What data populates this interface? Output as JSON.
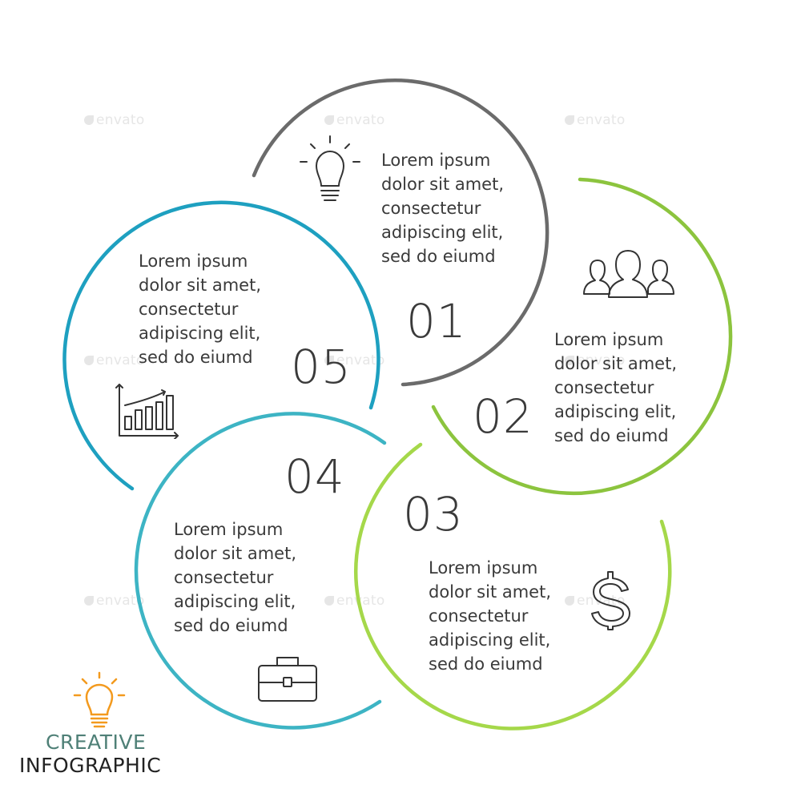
{
  "watermark": "envato",
  "steps": [
    {
      "number": "01",
      "lines": [
        "Lorem ipsum",
        "dolor sit amet,",
        "consectetur",
        "adipiscing elit,",
        "sed do eiumd"
      ],
      "color": "#6b6b6b",
      "icon": "lightbulb-icon"
    },
    {
      "number": "02",
      "lines": [
        "Lorem ipsum",
        "dolor sit amet,",
        "consectetur",
        "adipiscing elit,",
        "sed do eiumd"
      ],
      "color": "#8cc43e",
      "icon": "people-icon"
    },
    {
      "number": "03",
      "lines": [
        "Lorem ipsum",
        "dolor sit amet,",
        "consectetur",
        "adipiscing elit,",
        "sed do eiumd"
      ],
      "color": "#a5d84a",
      "icon": "dollar-icon"
    },
    {
      "number": "04",
      "lines": [
        "Lorem ipsum",
        "dolor sit amet,",
        "consectetur",
        "adipiscing elit,",
        "sed do eiumd"
      ],
      "color": "#3db4c4",
      "icon": "briefcase-icon"
    },
    {
      "number": "05",
      "lines": [
        "Lorem ipsum",
        "dolor sit amet,",
        "consectetur",
        "adipiscing elit,",
        "sed do eiumd"
      ],
      "color": "#1ea0c0",
      "icon": "bar-chart-icon"
    }
  ],
  "branding": {
    "line1": "CREATIVE",
    "line2": "INFOGRAPHIC",
    "accent": "#f39a1e"
  }
}
